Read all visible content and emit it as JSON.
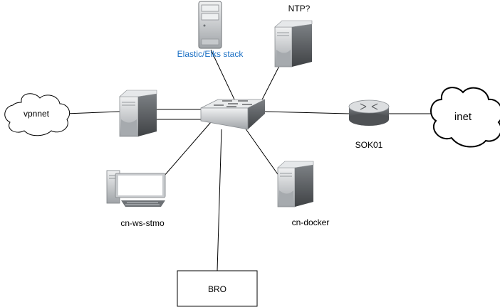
{
  "nodes": {
    "elastic": {
      "label": "Elastic/Elks stack",
      "icon": "tower-server-icon"
    },
    "ntp": {
      "label": "NTP?",
      "icon": "server-icon"
    },
    "vpnnet": {
      "label": "vpnnet",
      "icon": "cloud-icon"
    },
    "gateway": {
      "label": "",
      "icon": "server-icon"
    },
    "switch": {
      "label": "",
      "icon": "network-switch-icon"
    },
    "router": {
      "label": "SOK01",
      "icon": "router-icon"
    },
    "inet": {
      "label": "inet",
      "icon": "cloud-icon"
    },
    "workstation": {
      "label": "cn-ws-stmo",
      "icon": "workstation-icon"
    },
    "docker": {
      "label": "cn-docker",
      "icon": "server-icon"
    },
    "bro": {
      "label": "BRO"
    }
  },
  "colors": {
    "line": "#000000",
    "label_accent": "#1a6fc4",
    "device_light": "#d8dadc",
    "device_dark": "#5b5e61"
  }
}
